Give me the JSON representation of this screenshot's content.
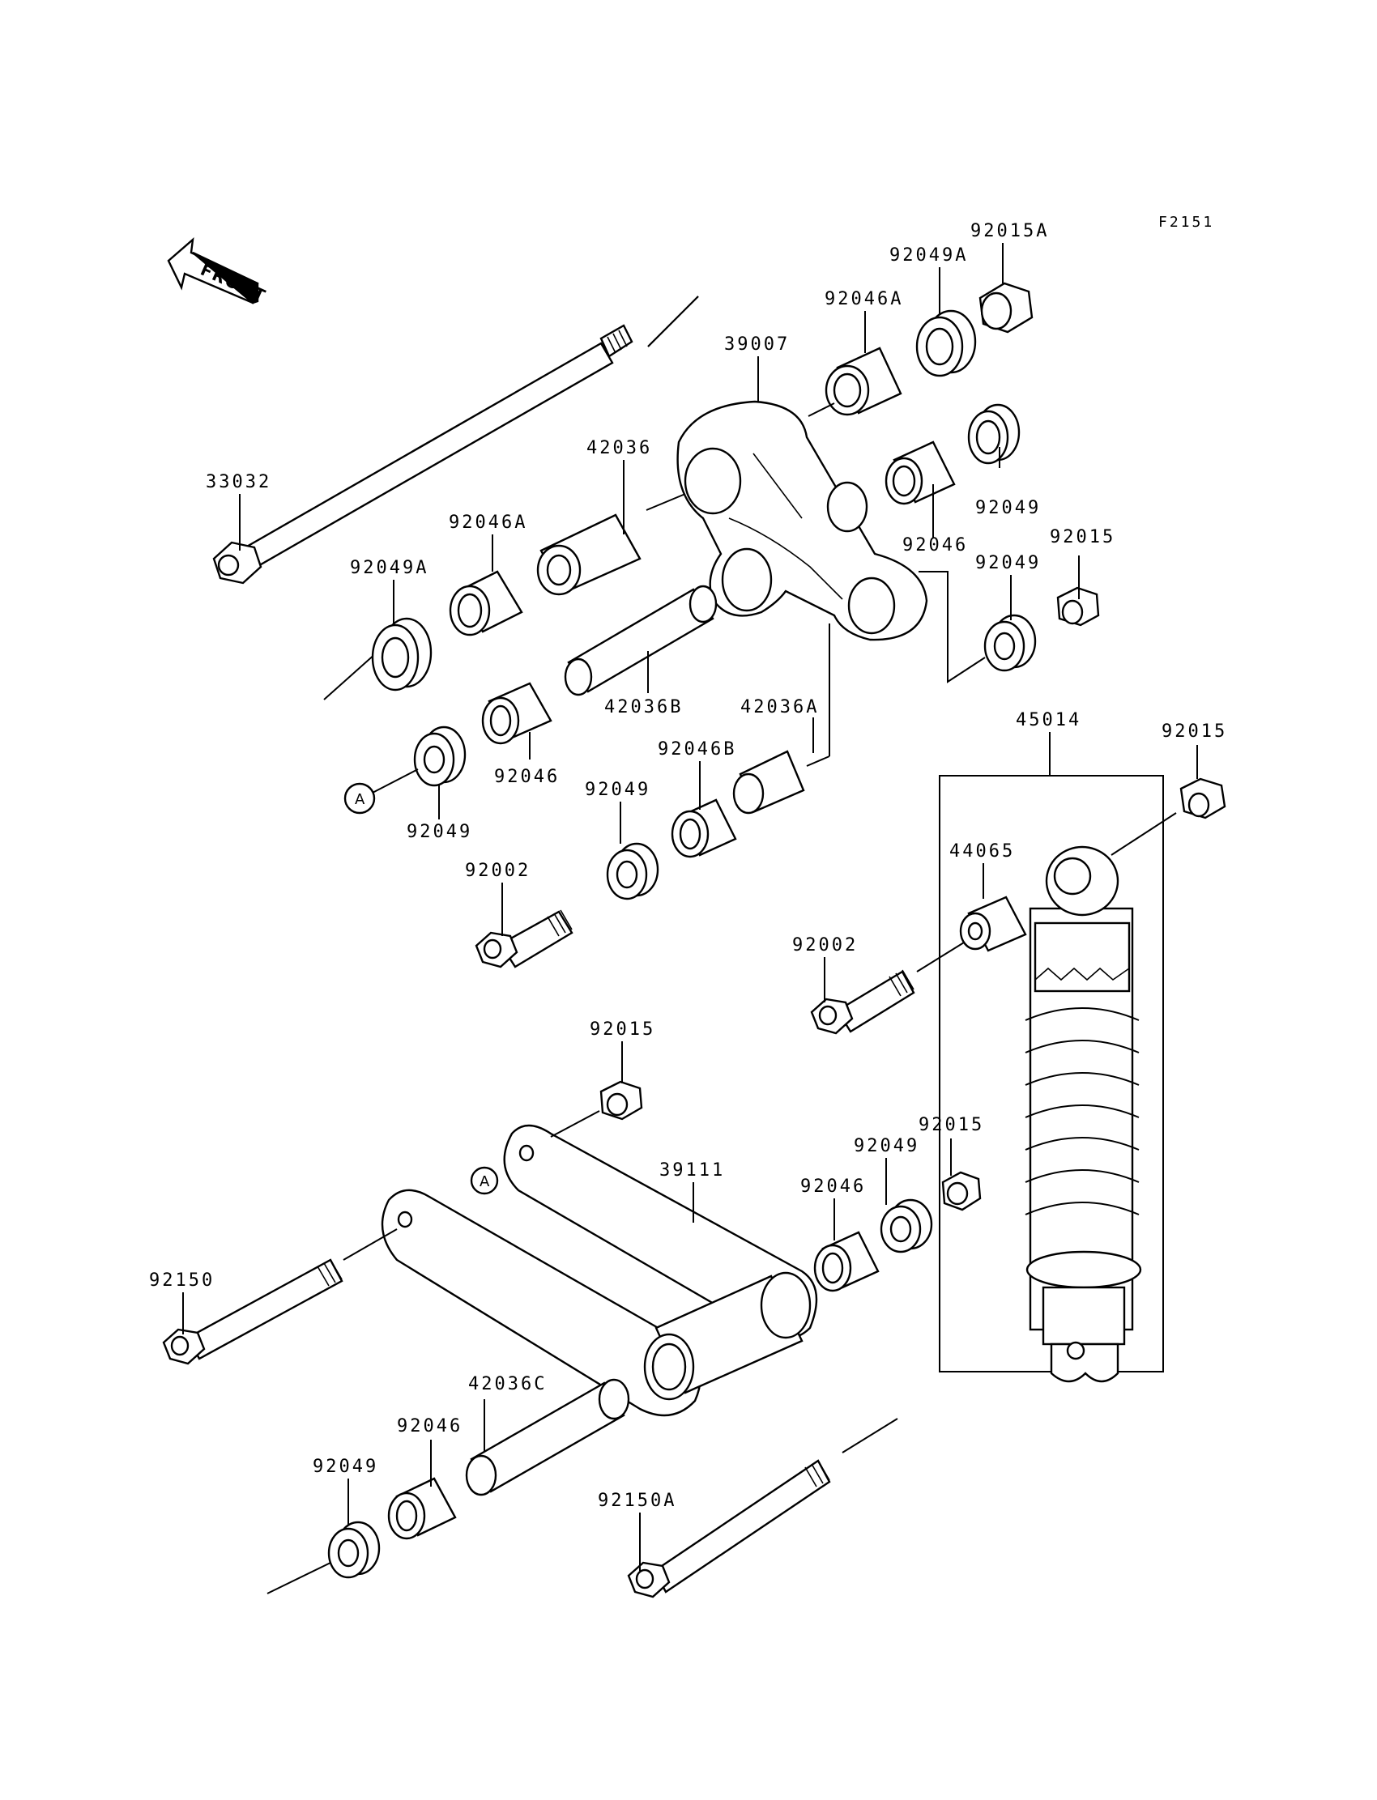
{
  "figure_code": "F2151",
  "front_label": "FRONT",
  "ref_marker": "A",
  "labels": {
    "p92015A": "92015A",
    "p92049A_top": "92049A",
    "p92046A_top": "92046A",
    "p39007": "39007",
    "p42036": "42036",
    "p33032": "33032",
    "p92046A_left": "92046A",
    "p92049A_left": "92049A",
    "p92049_r1": "92049",
    "p92046_r": "92046",
    "p92015_r1": "92015",
    "p92049_r2": "92049",
    "p42036B": "42036B",
    "p42036A": "42036A",
    "p92046_l": "92046",
    "p92049_l": "92049",
    "p92046B": "92046B",
    "p92049_c": "92049",
    "p45014": "45014",
    "p92015_shock": "92015",
    "p44065": "44065",
    "p92002_l": "92002",
    "p92002_r": "92002",
    "p92015_link": "92015",
    "p39111": "39111",
    "p92015_lr": "92015",
    "p92049_lr": "92049",
    "p92046_lr": "92046",
    "p92150": "92150",
    "p42036C": "42036C",
    "p92046_bot": "92046",
    "p92049_bot": "92049",
    "p92150A": "92150A"
  }
}
